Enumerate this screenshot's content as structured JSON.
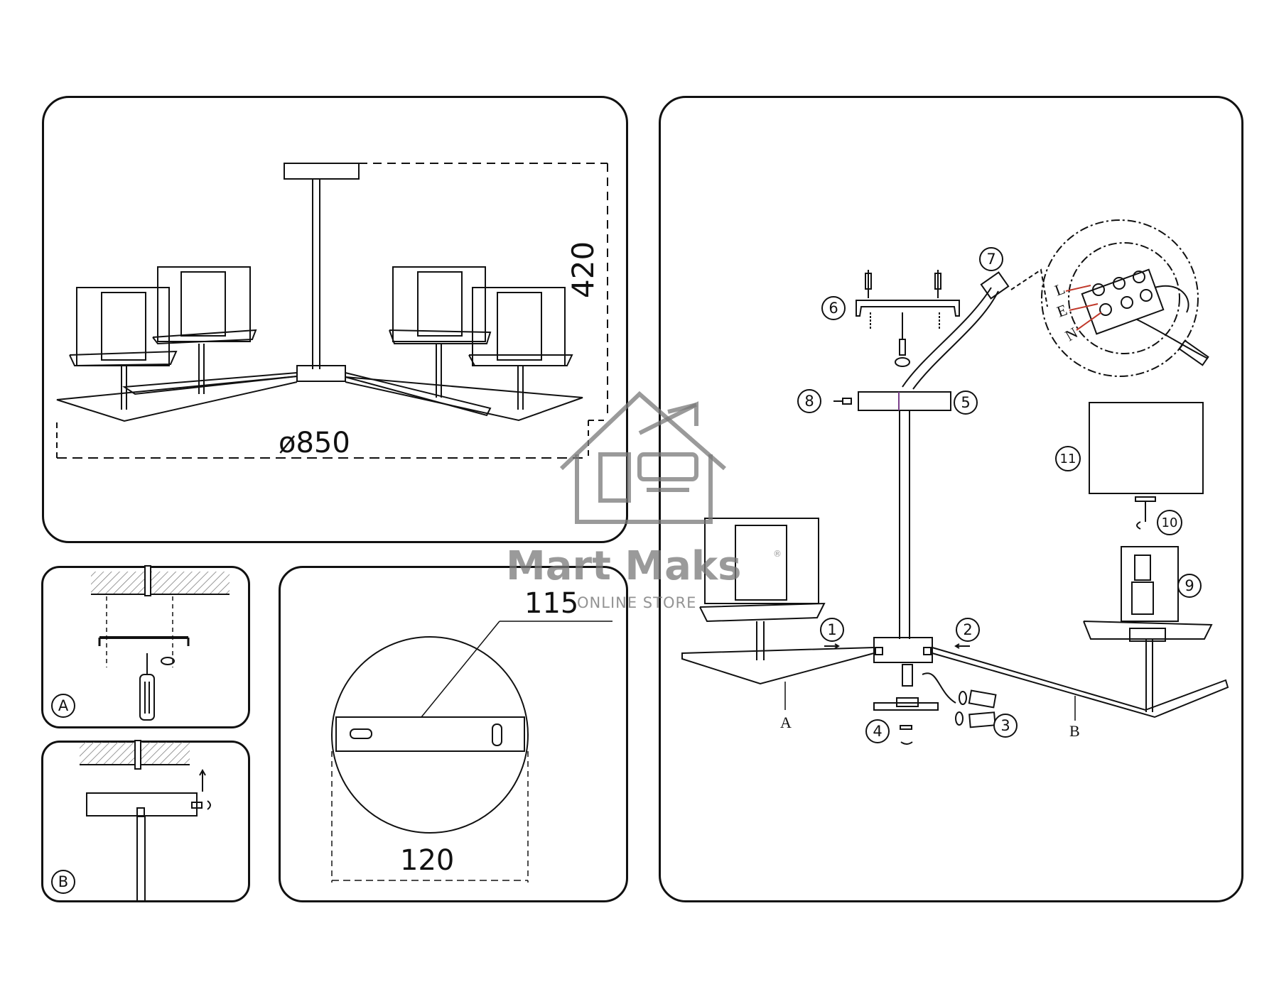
{
  "panels": {
    "overall_dimensions": {
      "diameter": "ø850",
      "height": "420"
    },
    "mounting_step_a": {
      "label": "A"
    },
    "mounting_step_b": {
      "label": "B"
    },
    "canopy_plate": {
      "plate_length": "115",
      "canopy_diameter": "120"
    },
    "assembly": {
      "arm_a_label": "A",
      "arm_b_label": "B",
      "wire_labels": [
        "L",
        "E",
        "N"
      ],
      "callouts": [
        "1",
        "2",
        "3",
        "4",
        "5",
        "6",
        "7",
        "8",
        "9",
        "10",
        "11"
      ]
    }
  },
  "watermark": {
    "brand": "Mart Maks",
    "registered": "®",
    "tagline": "ONLINE STORE"
  },
  "colors": {
    "line": "#111111",
    "watermark": "#7a7a7a",
    "wire_red": "#c0392b"
  }
}
